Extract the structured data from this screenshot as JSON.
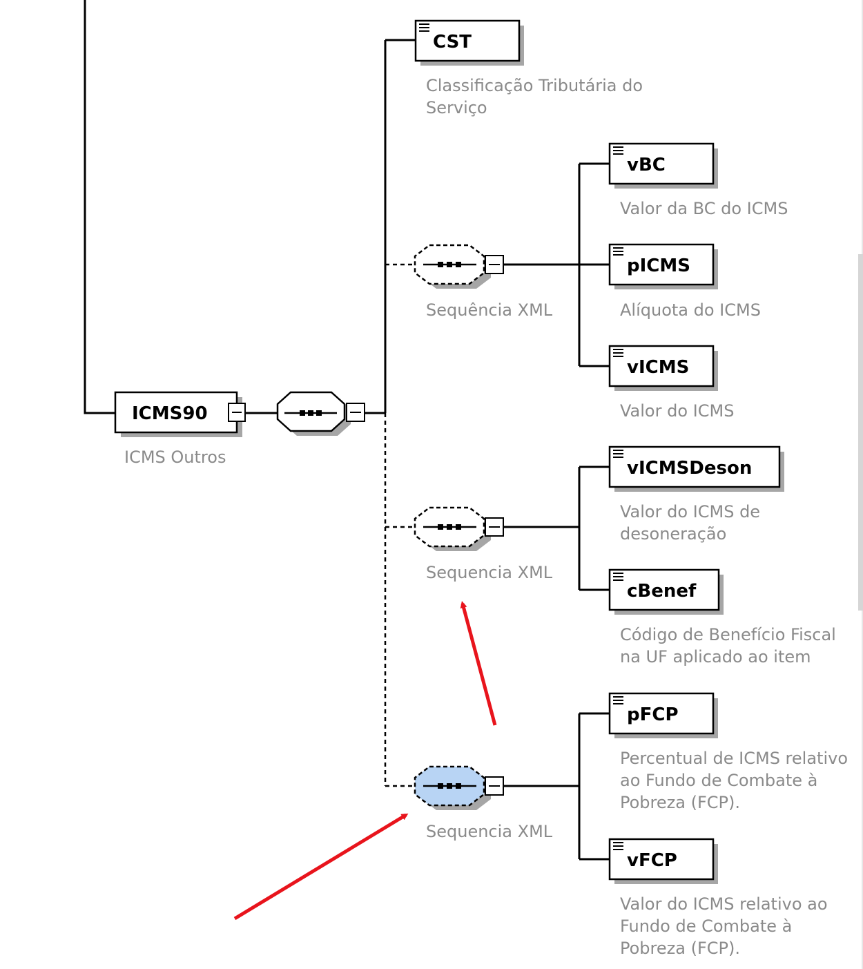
{
  "root": {
    "label": "ICMS90",
    "desc": "ICMS Outros"
  },
  "sequences": [
    {
      "label": "Sequência XML",
      "highlighted": false
    },
    {
      "label": "Sequencia XML",
      "highlighted": false
    },
    {
      "label": "Sequencia XML",
      "highlighted": true
    }
  ],
  "elements": [
    {
      "name": "CST",
      "desc": [
        "Classificação Tributária do",
        "Serviço"
      ]
    },
    {
      "name": "vBC",
      "desc": [
        "Valor da BC do ICMS"
      ]
    },
    {
      "name": "pICMS",
      "desc": [
        "Alíquota do ICMS"
      ]
    },
    {
      "name": "vICMS",
      "desc": [
        "Valor do ICMS"
      ]
    },
    {
      "name": "vICMSDeson",
      "desc": [
        "Valor do ICMS de",
        "desoneração"
      ]
    },
    {
      "name": "cBenef",
      "desc": [
        "Código de Benefício Fiscal",
        "na UF aplicado ao item"
      ]
    },
    {
      "name": "pFCP",
      "desc": [
        "Percentual de ICMS relativo",
        "ao Fundo de Combate à",
        "Pobreza (FCP)."
      ]
    },
    {
      "name": "vFCP",
      "desc": [
        "Valor do ICMS relativo ao",
        "Fundo de Combate à",
        "Pobreza (FCP)."
      ]
    }
  ],
  "colors": {
    "highlight": "#b8d4f4",
    "arrow": "#e8141c",
    "line": "#000000",
    "desc_text": "#8a8a8a"
  }
}
